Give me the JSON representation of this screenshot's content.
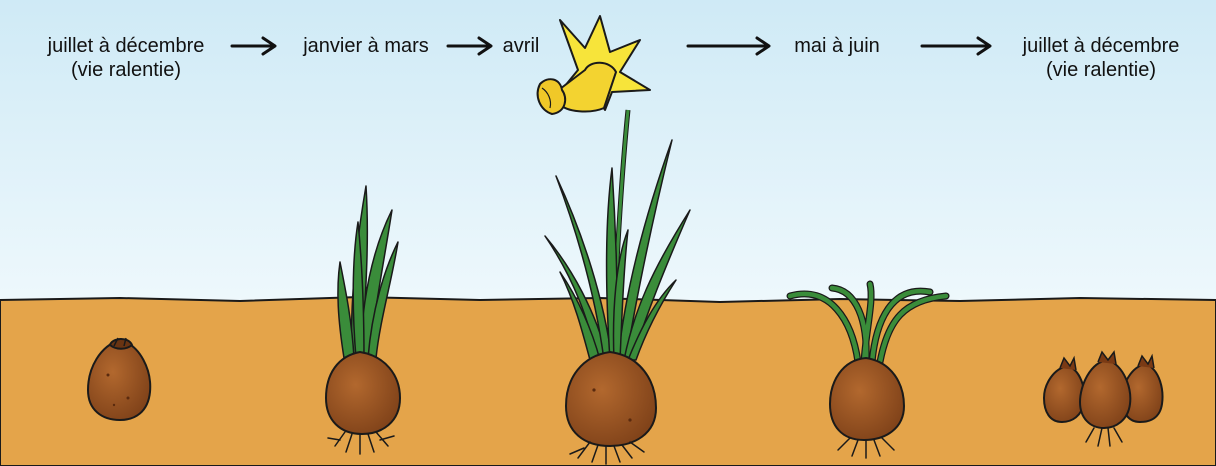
{
  "stages": [
    {
      "label": "juillet à décembre",
      "sublabel": "(vie ralentie)"
    },
    {
      "label": "janvier à mars"
    },
    {
      "label": "avril"
    },
    {
      "label": "mai à juin"
    },
    {
      "label": "juillet à décembre",
      "sublabel": "(vie ralentie)"
    }
  ],
  "colors": {
    "sky_top": "#d2ecf6",
    "sky_bottom": "#eaf6fb",
    "soil": "#e4a44a",
    "bulb": "#94501f",
    "leaf": "#3a8c3a",
    "flower": "#f7e43a",
    "outline": "#1a1a1a"
  }
}
